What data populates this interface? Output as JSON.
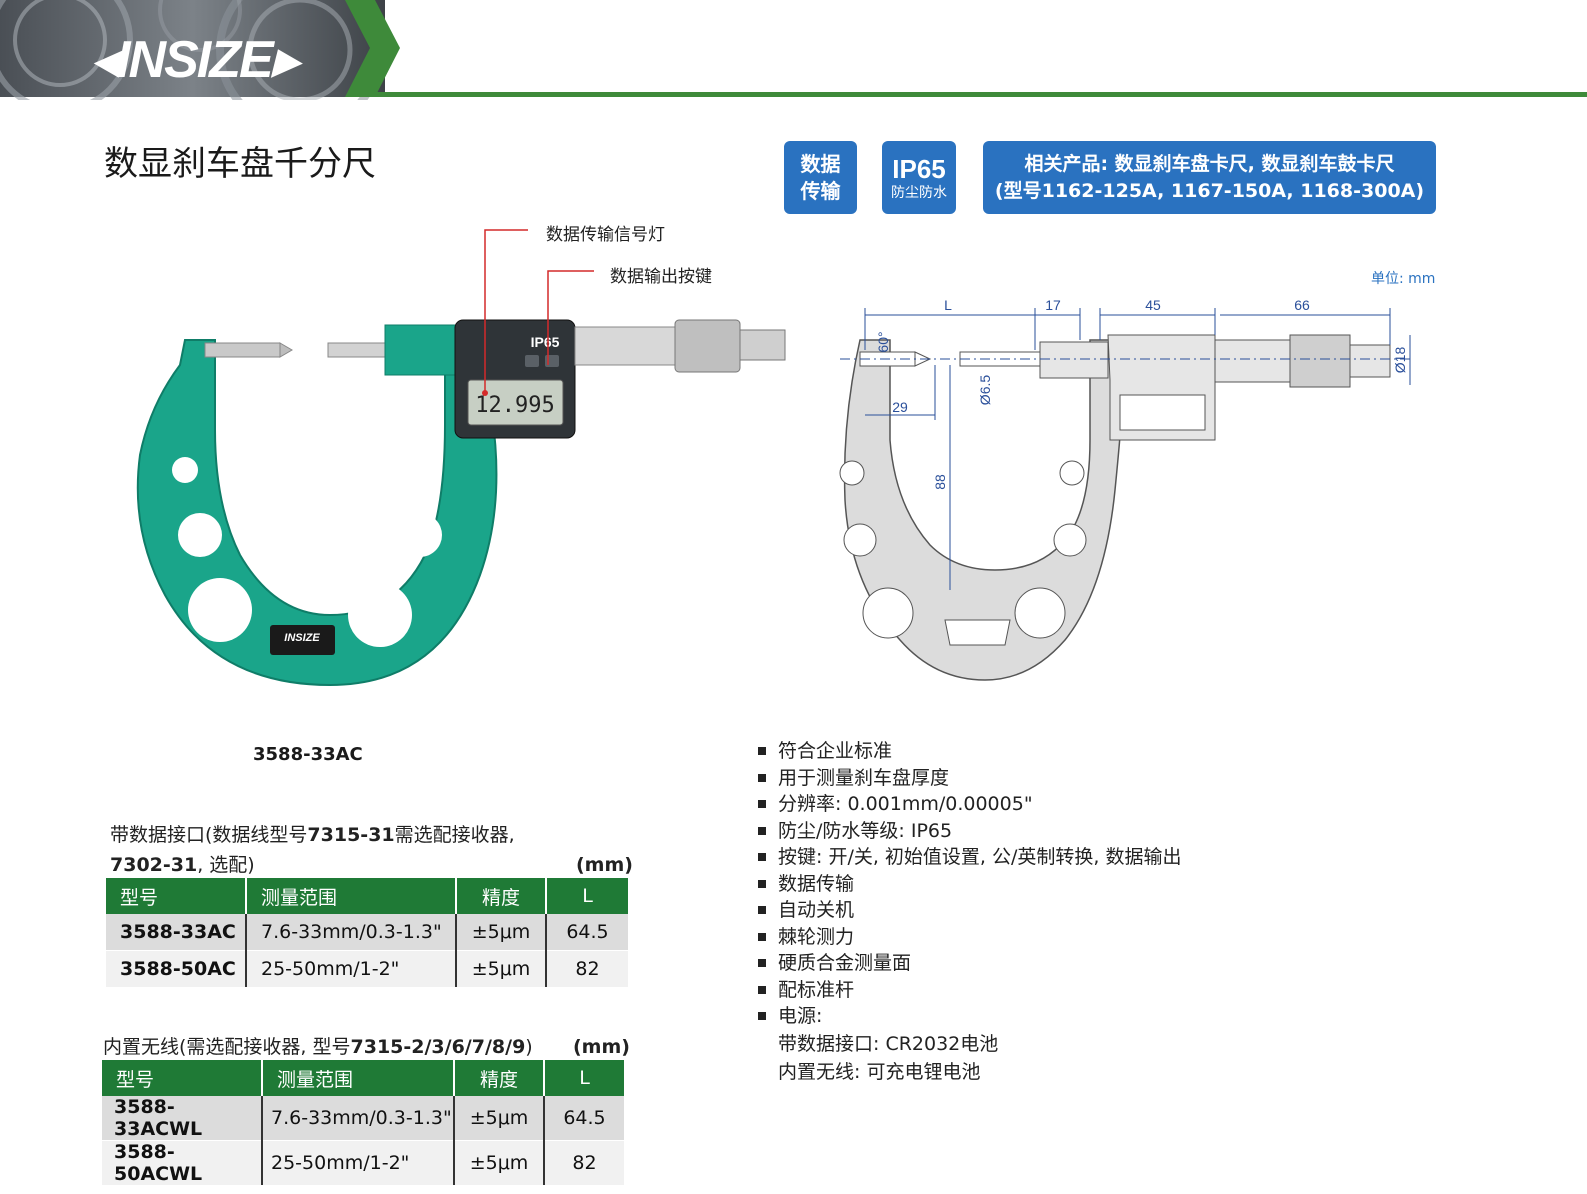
{
  "brand": {
    "logo_text": "INSIZE"
  },
  "page_title": "数显刹车盘千分尺",
  "badges": {
    "data_line1": "数据",
    "data_line2": "传输",
    "ip_rating": "IP65",
    "ip_subtitle": "防尘防水",
    "related_line1": "相关产品: 数显刹车盘卡尺, 数显刹车鼓卡尺",
    "related_line2": "(型号1162-125A, 1167-150A, 1168-300A)"
  },
  "product_photo": {
    "callout_signal_light": "数据传输信号灯",
    "callout_output_button": "数据输出按键",
    "display_reading": "12.995",
    "body_ip_label": "IP65",
    "frame_logo": "INSIZE",
    "model_caption": "3588-33AC"
  },
  "drawing": {
    "unit_note": "单位: mm",
    "dim_L": "L",
    "dim_17": "17",
    "dim_45": "45",
    "dim_66": "66",
    "dim_angle": "60°",
    "dim_29": "29",
    "dim_d65": "Ø6.5",
    "dim_88": "88",
    "dim_d18": "Ø18"
  },
  "table_wired": {
    "caption_part1": "带数据接口(数据线型号",
    "caption_bold1": "7315-31",
    "caption_part2": "需选配接收器,",
    "caption_bold2": "7302-31",
    "caption_part3": ", 选配)",
    "unit": "(mm)",
    "headers": [
      "型号",
      "测量范围",
      "精度",
      "L"
    ],
    "rows": [
      [
        "3588-33AC",
        "7.6-33mm/0.3-1.3\"",
        "±5μm",
        "64.5"
      ],
      [
        "3588-50AC",
        "25-50mm/1-2\"",
        "±5μm",
        "82"
      ]
    ]
  },
  "table_wireless": {
    "caption_part1": "内置无线(需选配接收器, 型号",
    "caption_bold1": "7315-2/3/6/7/8/9",
    "caption_part2": ")",
    "unit": "(mm)",
    "headers": [
      "型号",
      "测量范围",
      "精度",
      "L"
    ],
    "rows": [
      [
        "3588-33ACWL",
        "7.6-33mm/0.3-1.3\"",
        "±5μm",
        "64.5"
      ],
      [
        "3588-50ACWL",
        "25-50mm/1-2\"",
        "±5μm",
        "82"
      ]
    ]
  },
  "features": [
    "符合企业标准",
    "用于测量刹车盘厚度",
    "分辨率: 0.001mm/0.00005\"",
    "防尘/防水等级: IP65",
    "按键: 开/关, 初始值设置, 公/英制转换, 数据输出",
    "数据传输",
    "自动关机",
    "棘轮测力",
    "硬质合金测量面",
    "配标准杆",
    "电源:"
  ],
  "power_details": [
    "带数据接口: CR2032电池",
    "内置无线: 可充电锂电池"
  ],
  "colors": {
    "brand_green": "#3e8a3a",
    "table_header_green": "#1f7a36",
    "badge_blue": "#2a72c0",
    "frame_teal": "#1aa58a",
    "callout_red": "#d42a2a"
  }
}
